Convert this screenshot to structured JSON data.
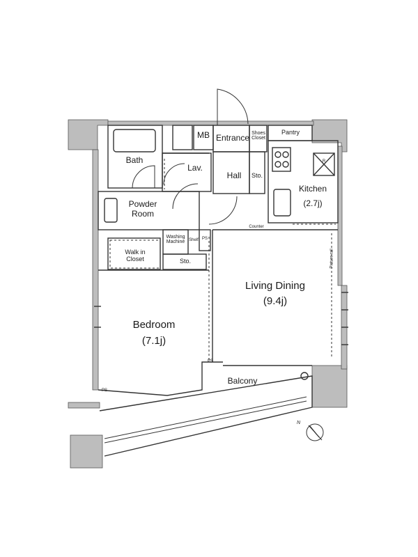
{
  "rooms": {
    "mb": "MB",
    "entrance": "Entrance",
    "shoes_closet": [
      "Shoes",
      "Closet"
    ],
    "pantry": "Pantry",
    "bath": "Bath",
    "lav": "Lav.",
    "hall": "Hall",
    "sto_hall": "Sto.",
    "kitchen": "Kitchen",
    "kitchen_size": "(2.7j)",
    "refrigerator_mark": "R",
    "powder_room": [
      "Powder",
      "Room"
    ],
    "counter": "Counter",
    "washing_machine": [
      "Washing",
      "Machine"
    ],
    "shelf": "Shelf",
    "ps_top": "PS",
    "walk_in_closet": [
      "Walk in",
      "Closet"
    ],
    "sto_closet": "Sto.",
    "picture_rail": "Picture rail",
    "living_dining": "Living Dining",
    "living_dining_size": "(9.4j)",
    "bedroom": "Bedroom",
    "bedroom_size": "(7.1j)",
    "ps_mid": "PS",
    "ps_bottom": "PS",
    "balcony": "Balcony"
  },
  "compass": {
    "label": "N"
  },
  "colors": {
    "wall": "#bdbdbd",
    "wall_edge": "#555555",
    "line": "#333333"
  }
}
